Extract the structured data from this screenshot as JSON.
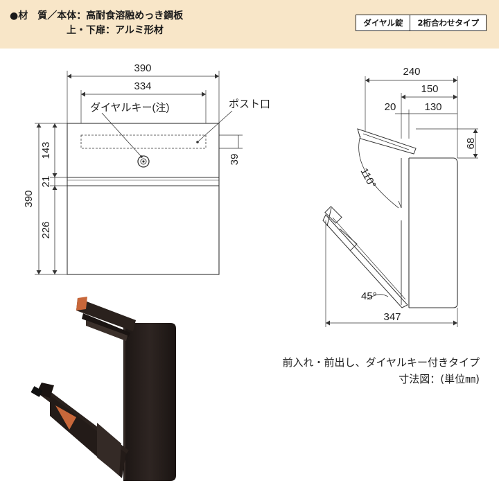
{
  "header": {
    "material_line1": "●材　質／本体：高耐食溶融めっき鋼板",
    "material_line2": "上・下扉：アルミ形材",
    "tags": [
      "ダイヤル錠",
      "2桁合わせタイプ"
    ]
  },
  "front_view": {
    "width_outer": "390",
    "width_inner": "334",
    "label_dial": "ダイヤルキー(注)",
    "label_slot": "ポスト口",
    "height_total": "390",
    "height_segments": [
      "143",
      "21",
      "226"
    ],
    "slot_height": "39"
  },
  "side_view": {
    "depth_top": "240",
    "depth_150": "150",
    "depth_20": "20",
    "depth_130": "130",
    "lid_height": "68",
    "angle_top": "110°",
    "angle_bottom": "45°",
    "depth_bottom": "347"
  },
  "caption": {
    "line1": "前入れ・前出し、ダイヤルキー付きタイプ",
    "line2": "寸法図：(単位㎜)"
  },
  "colors": {
    "header_bg": "#f8e6c8",
    "product_body": "#2a211d",
    "product_accent": "#c8673a"
  }
}
